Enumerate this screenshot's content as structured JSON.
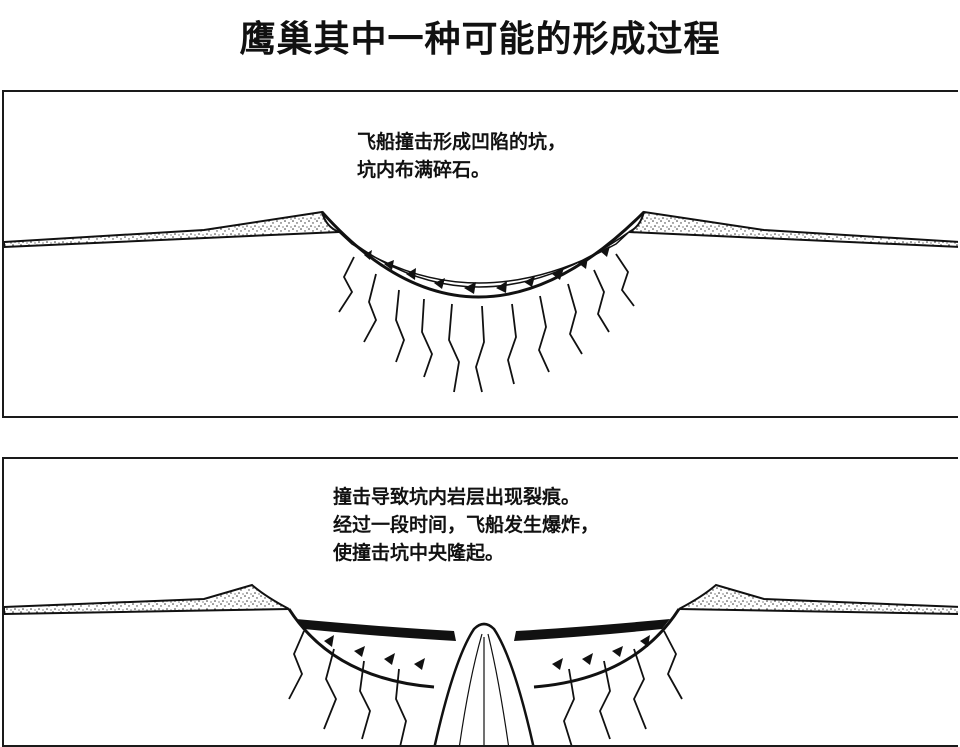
{
  "title": "鹰巢其中一种可能的形成过程",
  "panels": [
    {
      "caption_lines": [
        "飞船撞击形成凹陷的坑，",
        "坑内布满碎石。"
      ]
    },
    {
      "caption_lines": [
        "撞击导致坑内岩层出现裂痕。",
        "经过一段时间，飞船发生爆炸，",
        "使撞击坑中央隆起。"
      ]
    }
  ]
}
